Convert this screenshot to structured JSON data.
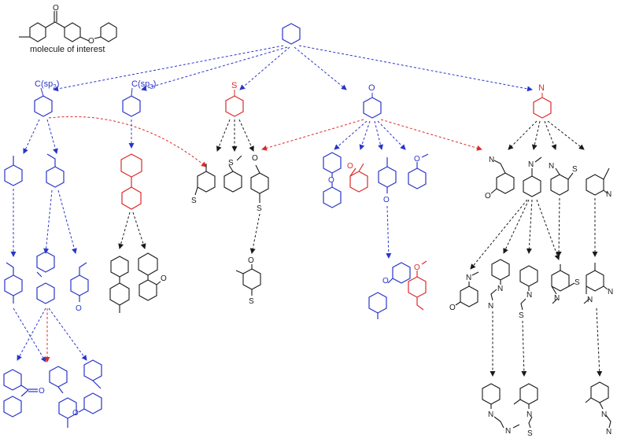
{
  "colors": {
    "blue": "#2a35c9",
    "red": "#dd2a2a",
    "black": "#1a1a1a"
  },
  "caption": "molecule of interest",
  "labels": {
    "csp2": "C(sp",
    "csp2_sub": "2",
    "csp3": "C(sp",
    "csp3_sub": "3",
    "close_paren": ")",
    "s": "S",
    "o": "O",
    "n": "N"
  },
  "atoms": {
    "S": "S",
    "O": "O",
    "N": "N"
  }
}
